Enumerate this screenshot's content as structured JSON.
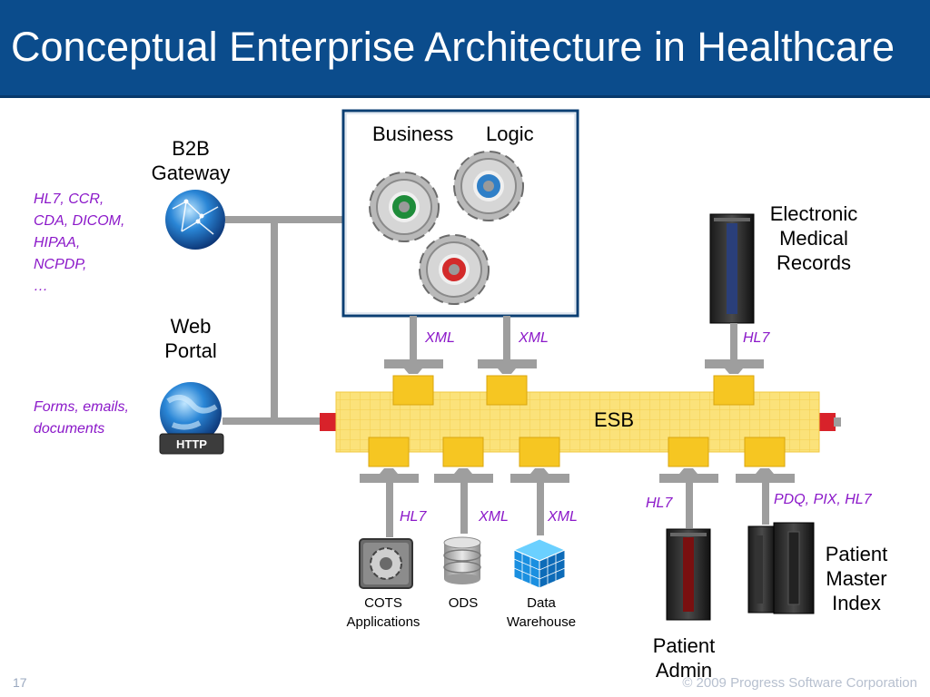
{
  "title": "Conceptual Enterprise Architecture in Healthcare",
  "business_logic": {
    "label_left": "Business",
    "label_right": "Logic"
  },
  "b2b_gateway": {
    "label_line1": "B2B",
    "label_line2": "Gateway",
    "protocols": [
      "HL7, CCR,",
      "CDA, DICOM,",
      "HIPAA,",
      "NCPDP,",
      "…"
    ]
  },
  "web_portal": {
    "label_line1": "Web",
    "label_line2": "Portal",
    "notes": [
      "Forms, emails,",
      "documents"
    ],
    "badge": "HTTP"
  },
  "emr": {
    "label_line1": "Electronic",
    "label_line2": "Medical",
    "label_line3": "Records"
  },
  "esb": {
    "label": "ESB"
  },
  "connectors": {
    "logic_left": "XML",
    "logic_right": "XML",
    "emr": "HL7",
    "cots": "HL7",
    "ods": "XML",
    "dw": "XML",
    "admin": "HL7",
    "pmi": "PDQ, PIX, HL7"
  },
  "cots": {
    "label_line1": "COTS",
    "label_line2": "Applications"
  },
  "ods": {
    "label": "ODS"
  },
  "data_warehouse": {
    "label_line1": "Data",
    "label_line2": "Warehouse"
  },
  "patient_admin": {
    "label_line1": "Patient",
    "label_line2": "Admin"
  },
  "pmi": {
    "label_line1": "Patient",
    "label_line2": "Master",
    "label_line3": "Index"
  },
  "footer": {
    "page": "17",
    "copyright": "© 2009 Progress Software Corporation"
  },
  "colors": {
    "title_bg": "#0b4c8c",
    "esb_yellow": "#fbe27a",
    "connector_gray": "#9e9e9e",
    "protocol_purple": "#8b18c9"
  }
}
